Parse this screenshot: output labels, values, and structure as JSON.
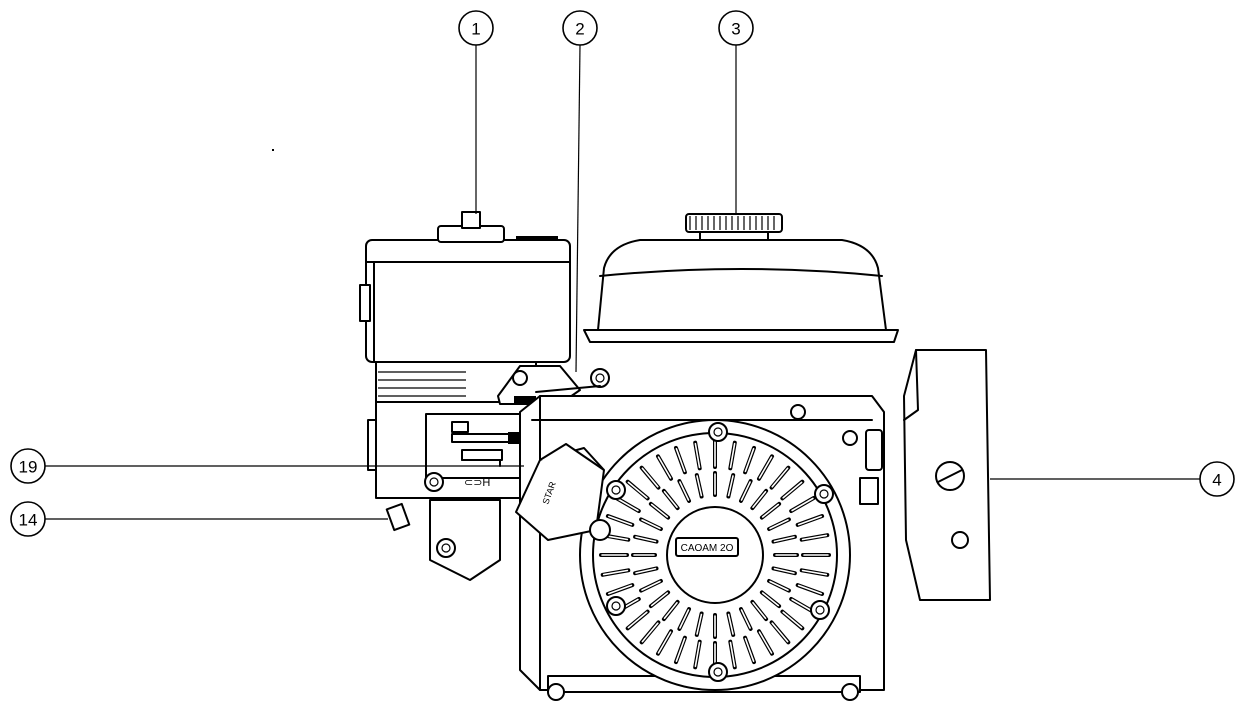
{
  "diagram": {
    "callouts": [
      {
        "id": "callout-1",
        "label": "1"
      },
      {
        "id": "callout-2",
        "label": "2"
      },
      {
        "id": "callout-3",
        "label": "3"
      },
      {
        "id": "callout-4",
        "label": "4"
      },
      {
        "id": "callout-19",
        "label": "19"
      },
      {
        "id": "callout-14",
        "label": "14"
      }
    ],
    "engine_labels": {
      "start_grip": "STAR",
      "recoil_badge": "CAOAM 2O",
      "switch_marking": "⊂⊃H"
    }
  }
}
